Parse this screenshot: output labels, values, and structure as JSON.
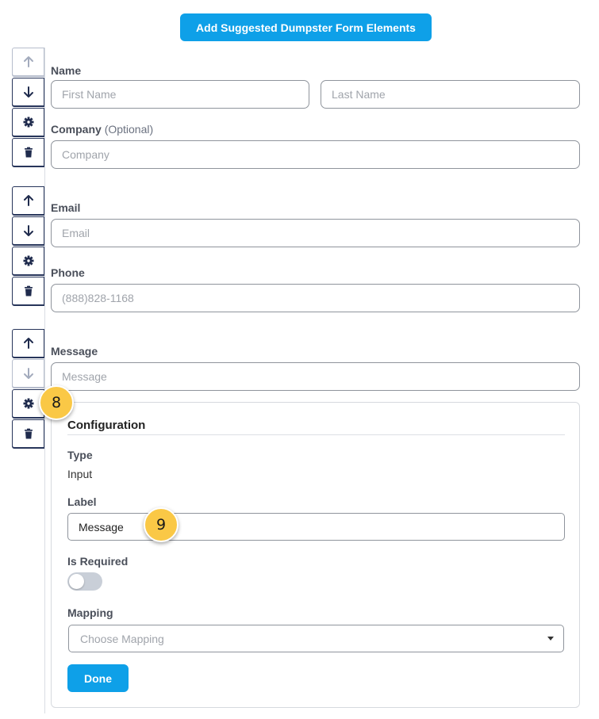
{
  "toolbar": {
    "add_suggested_label": "Add Suggested Dumpster Form Elements"
  },
  "groups": [
    {
      "name_label": "Name",
      "first_name_placeholder": "First Name",
      "last_name_placeholder": "Last Name",
      "company_label": "Company",
      "company_optional": "(Optional)",
      "company_placeholder": "Company"
    },
    {
      "email_label": "Email",
      "email_placeholder": "Email",
      "phone_label": "Phone",
      "phone_placeholder": "(888)828-1168"
    },
    {
      "message_label": "Message",
      "message_placeholder": "Message"
    }
  ],
  "configuration": {
    "title": "Configuration",
    "type_label": "Type",
    "type_value": "Input",
    "label_label": "Label",
    "label_value": "Message",
    "required_label": "Is Required",
    "required_on": false,
    "mapping_label": "Mapping",
    "mapping_placeholder": "Choose Mapping",
    "done_label": "Done"
  },
  "annotations": {
    "badge_a": "8",
    "badge_b": "9"
  },
  "colors": {
    "primary": "#0ea0e8",
    "control_border": "#27355a",
    "badge": "#fac846"
  }
}
